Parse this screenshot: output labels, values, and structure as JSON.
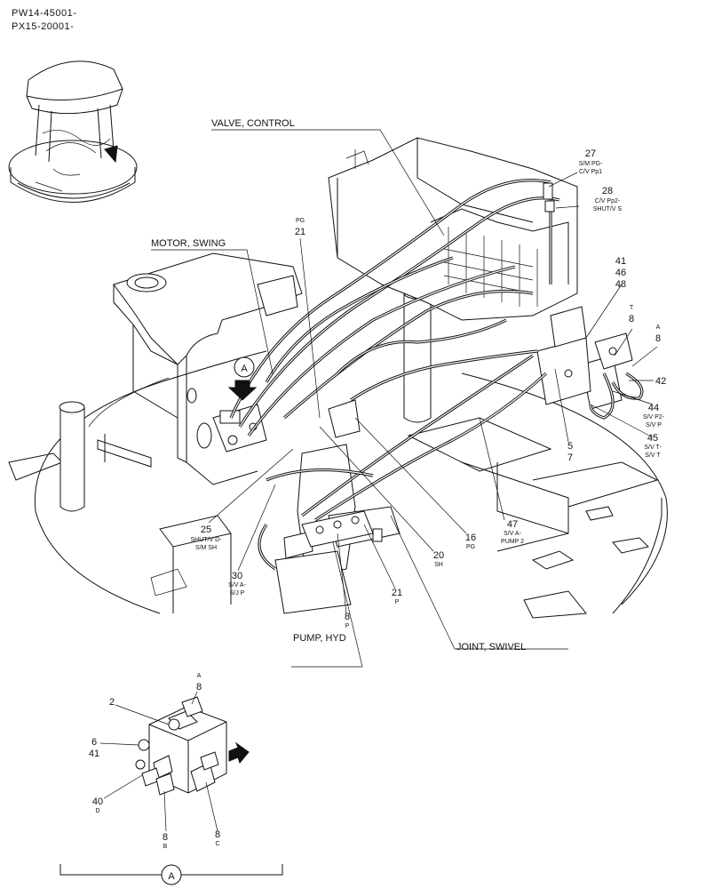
{
  "header": {
    "line1": "PW14-45001-",
    "line2": "PX15-20001-"
  },
  "callouts": {
    "valve_control": "VALVE, CONTROL",
    "motor_swing": "MOTOR, SWING",
    "pump_hyd": "PUMP, HYD",
    "joint_swivel": "JOINT, SWIVEL",
    "c27": "27",
    "c27a": "S/M PG-",
    "c27b": "C/V Pp1",
    "c28": "28",
    "c28a": "C/V Pp2-",
    "c28b": "SHUT/V S",
    "c21top_tag": "PG",
    "c21top": "21",
    "c41": "41",
    "c46": "46",
    "c48": "48",
    "c8T_tag": "T",
    "c8T": "8",
    "c8A_tag": "A",
    "c8A": "8",
    "c42": "42",
    "c44": "44",
    "c44a": "S/V P2-",
    "c44b": "S/V P",
    "c45": "45",
    "c45a": "S/V T-",
    "c45b": "S/V T",
    "c5": "5",
    "c7": "7",
    "c47": "47",
    "c47a": "S/V A-",
    "c47b": "PUMP 2",
    "c16": "16",
    "c16a": "PG",
    "c20": "20",
    "c20a": "SH",
    "c21b": "21",
    "c21b_a": "P",
    "c8P": "8",
    "c8P_a": "P",
    "c25": "25",
    "c25a": "SHUT/V D-",
    "c25b": "S/M SH",
    "c30": "30",
    "c30a": "S/V A-",
    "c30b": "S/J P",
    "marker_A": "A"
  },
  "detail": {
    "c2": "2",
    "c8A_tag": "A",
    "c8A": "8",
    "c6": "6",
    "c41": "41",
    "c40": "40",
    "c40a": "D",
    "c8B": "8",
    "c8B_a": "B",
    "c8C": "8",
    "c8C_a": "C",
    "marker_A": "A"
  }
}
